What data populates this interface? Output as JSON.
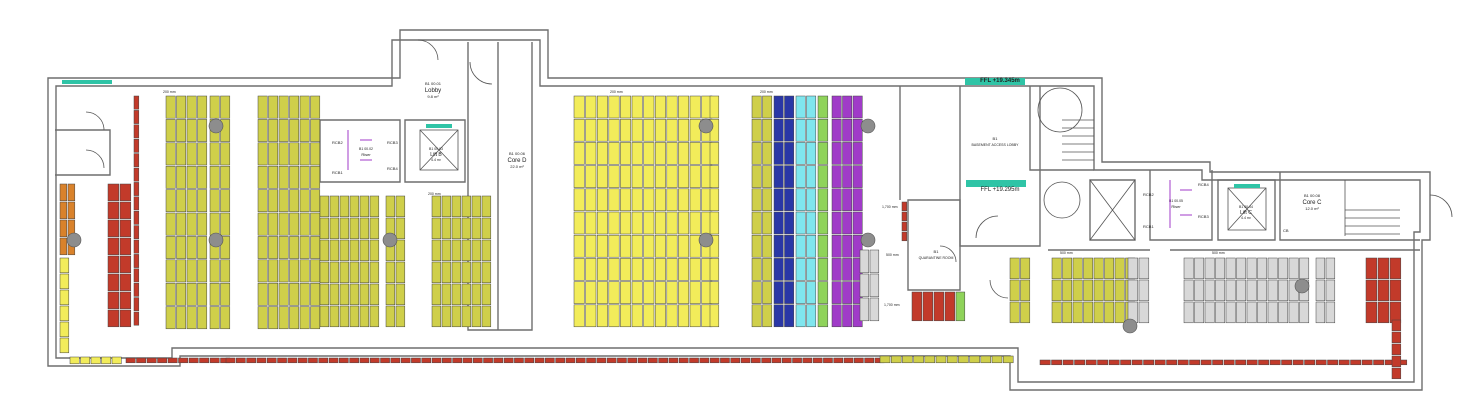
{
  "rooms": {
    "lobby": {
      "code": "B1 00.01",
      "name": "Lobby",
      "area": "9.8 m²"
    },
    "core_d": {
      "code": "B1 00.06",
      "name": "Core D",
      "area": "22.0 m²"
    },
    "lift_b": {
      "code": "B1 00.03",
      "name": "Lift B",
      "area": "4.4 m²"
    },
    "lift_c": {
      "code": "B1 00.04",
      "name": "Lift C",
      "area": "4.4 m²"
    },
    "core_c": {
      "code": "B1 00.08",
      "name": "Core C",
      "area": "12.0 m²"
    },
    "basement_access_lobby": {
      "code": "B1",
      "name": "BASEMENT ACCESS LOBBY"
    },
    "quarantine_room": {
      "code": "B1",
      "name": "QUARANTINE ROOM"
    },
    "riser_b": {
      "code": "B1 00.02",
      "name": "Riser"
    },
    "riser_c": {
      "code": "B1 00.05",
      "name": "Riser"
    }
  },
  "levels": {
    "top": "FFL +19.345m",
    "lobby": "FFL +19.295m"
  },
  "tags": [
    "RCB2",
    "RCB1",
    "RCB3",
    "RCB4",
    "RCB1",
    "RCB2",
    "RCB3",
    "RCB4",
    "CB"
  ],
  "dims": [
    "200 mm",
    "200 mm",
    "200 mm",
    "200 mm",
    "500 mm",
    "1,700 mm",
    "1,700 mm",
    "500 mm",
    "500 mm"
  ],
  "colors": {
    "wall": "#6e6e6e",
    "olive": "#cfcf4a",
    "yellow": "#f2ec5a",
    "blue": "#2a37a6",
    "cyan": "#7fe6ee",
    "green": "#8fd35a",
    "purple": "#a03bc8",
    "red": "#c23a2a",
    "orange": "#d9822b",
    "grey": "#d8d8d8",
    "teal": "#2fc4a6"
  }
}
